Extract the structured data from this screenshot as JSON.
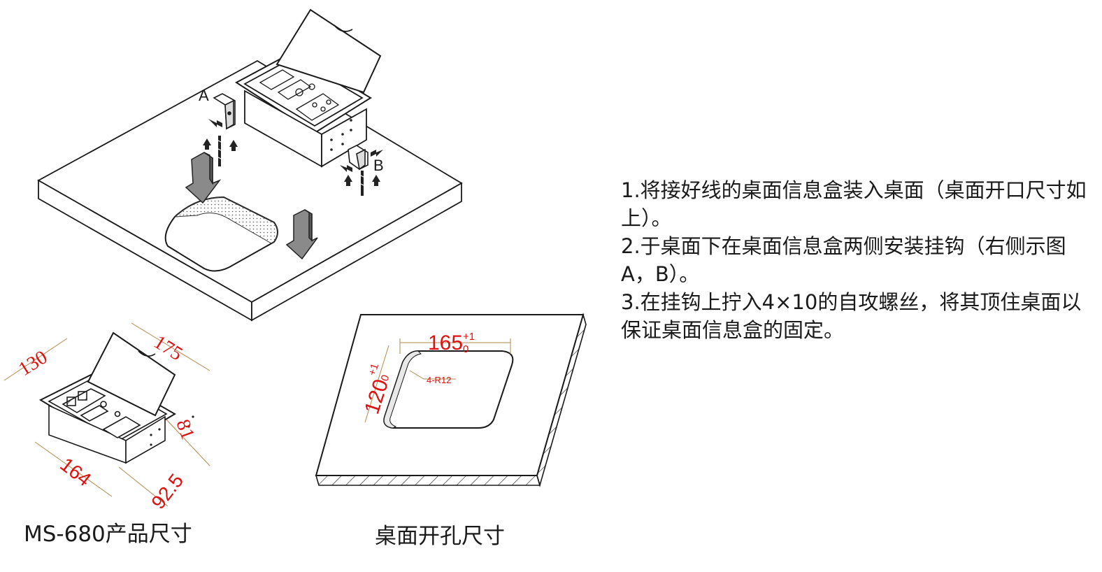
{
  "instructions": [
    "1.将接好线的桌面信息盒装入桌面（桌面开口尺寸如上）。",
    "2.于桌面下在桌面信息盒两侧安装挂钩（右侧示图A，B）。",
    "3.在挂钩上拧入4×10的自攻螺丝，将其顶住桌面以保证桌面信息盒的固定。"
  ],
  "captions": {
    "product_size": "MS-680产品尺寸",
    "cutout_size": "桌面开孔尺寸"
  },
  "labels": {
    "hook_a": "A",
    "hook_b": "B"
  },
  "product_dimensions": {
    "depth": "130",
    "width_top": "175",
    "height": "81",
    "width_bottom": "164",
    "depth_bottom": "92.5"
  },
  "cutout_dimensions": {
    "width": "165",
    "width_tol_upper": "+1",
    "width_tol_lower": "0",
    "depth": "120",
    "depth_tol_upper": "+1",
    "depth_tol_lower": "0",
    "corner_radius": "4-R12"
  },
  "colors": {
    "line": "#1a1a1a",
    "dimension_red": "#e01010",
    "dimension_line": "#b08a4a",
    "arrow_fill": "#8a8a8a"
  }
}
